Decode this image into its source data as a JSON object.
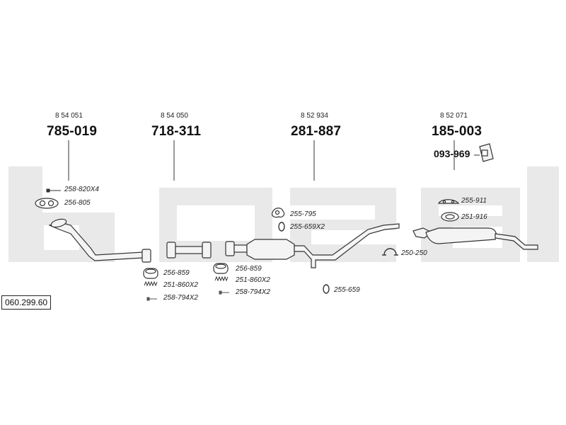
{
  "diagram": {
    "catalog_number": "060.299.60",
    "watermark": "bosal",
    "groups": [
      {
        "oe": "8 54 051",
        "part": "785-019"
      },
      {
        "oe": "8 54 050",
        "part": "718-311"
      },
      {
        "oe": "8 52 934",
        "part": "281-887"
      },
      {
        "oe": "8 52 071",
        "part": "185-003"
      }
    ],
    "extra_part": "093-969",
    "labels": {
      "l1": "258-820X4",
      "l2": "256-805",
      "l3": "256-859",
      "l4": "251-860X2",
      "l5": "258-794X2",
      "l6": "256-859",
      "l7": "251-860X2",
      "l8": "258-794X2",
      "l9": "255-795",
      "l10": "255-659X2",
      "l11": "255-659",
      "l12": "250-250",
      "l13": "255-911",
      "l14": "251-916"
    },
    "colors": {
      "watermark": "#e9e9e9",
      "part_fill": "#f4f4f4",
      "line": "#333333"
    }
  }
}
